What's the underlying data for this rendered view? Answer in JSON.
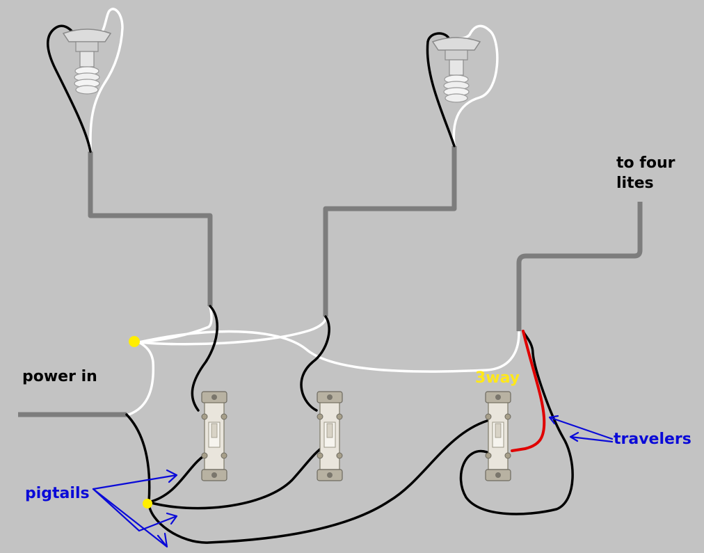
{
  "labels": {
    "power_in": "power in",
    "to_four_line1": "to four",
    "to_four_line2": "lites",
    "three_way": "3way",
    "travelers": "travelers",
    "pigtails": "pigtails"
  },
  "colors": {
    "background": "#c3c3c3",
    "cable": "#7d7d7d",
    "hot_wire": "#000000",
    "neutral_wire": "#ffffff",
    "traveler_red": "#e00000",
    "connector": "#ffee00",
    "annotation_blue": "#0a0ad8",
    "three_way_label": "#ffe81a"
  },
  "icons": {
    "bulb_left": "cfl-bulb-icon",
    "bulb_right": "cfl-bulb-icon",
    "switch_1": "single-pole-switch-icon",
    "switch_2": "single-pole-switch-icon",
    "switch_3way": "three-way-switch-icon"
  }
}
